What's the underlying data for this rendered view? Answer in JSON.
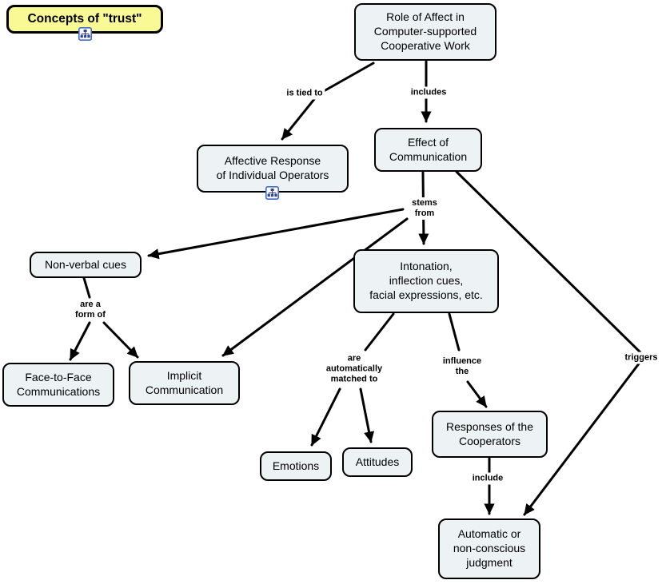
{
  "colors": {
    "background": "#ffffff",
    "node_fill": "#edf3f4",
    "node_border": "#000000",
    "title_node_fill": "#f9f995",
    "connector": "#000000",
    "icon_frame_blue": "#4169d0"
  },
  "title_node": {
    "label": "Concepts of \"trust\"",
    "icon": "concept-map-icon"
  },
  "nodes": {
    "role_affect": {
      "label": "Role of Affect in\nComputer-supported\nCooperative Work"
    },
    "affective_response": {
      "label": "Affective Response\nof Individual Operators",
      "icon": "concept-map-icon"
    },
    "effect_comm": {
      "label": "Effect of\nCommunication"
    },
    "non_verbal": {
      "label": "Non-verbal cues"
    },
    "intonation": {
      "label": "Intonation,\ninflection cues,\nfacial expressions, etc."
    },
    "face_to_face": {
      "label": "Face-to-Face\nCommunications"
    },
    "implicit": {
      "label": "Implicit\nCommunication"
    },
    "emotions": {
      "label": "Emotions"
    },
    "attitudes": {
      "label": "Attitudes"
    },
    "responses": {
      "label": "Responses of the\nCooperators"
    },
    "automatic": {
      "label": "Automatic or\nnon-conscious\njudgment"
    }
  },
  "edge_labels": {
    "is_tied_to": "is tied to",
    "includes": "includes",
    "stems_from": "stems\nfrom",
    "are_a_form_of": "are a\nform of",
    "are_automatically_matched_to": "are\nautomatically\nmatched to",
    "influence_the": "influence\nthe",
    "triggers": "triggers",
    "include": "include"
  },
  "edges": [
    {
      "from": "Role of Affect in Computer-supported Cooperative Work",
      "label": "is tied to",
      "to": "Affective Response of Individual Operators"
    },
    {
      "from": "Role of Affect in Computer-supported Cooperative Work",
      "label": "includes",
      "to": "Effect of Communication"
    },
    {
      "from": "Effect of Communication",
      "label": "stems from",
      "to": "Non-verbal cues"
    },
    {
      "from": "Effect of Communication",
      "label": "stems from",
      "to": "Intonation, inflection cues, facial expressions, etc."
    },
    {
      "from": "Effect of Communication",
      "label": "stems from",
      "to": "Implicit Communication"
    },
    {
      "from": "Effect of Communication",
      "label": "triggers",
      "to": "Automatic or non-conscious judgment"
    },
    {
      "from": "Non-verbal cues",
      "label": "are a form of",
      "to": "Face-to-Face Communications"
    },
    {
      "from": "Non-verbal cues",
      "label": "are a form of",
      "to": "Implicit Communication"
    },
    {
      "from": "Intonation, inflection cues, facial expressions, etc.",
      "label": "are automatically matched to",
      "to": "Emotions"
    },
    {
      "from": "Intonation, inflection cues, facial expressions, etc.",
      "label": "are automatically matched to",
      "to": "Attitudes"
    },
    {
      "from": "Intonation, inflection cues, facial expressions, etc.",
      "label": "influence the",
      "to": "Responses of the Cooperators"
    },
    {
      "from": "Responses of the Cooperators",
      "label": "include",
      "to": "Automatic or non-conscious judgment"
    }
  ]
}
